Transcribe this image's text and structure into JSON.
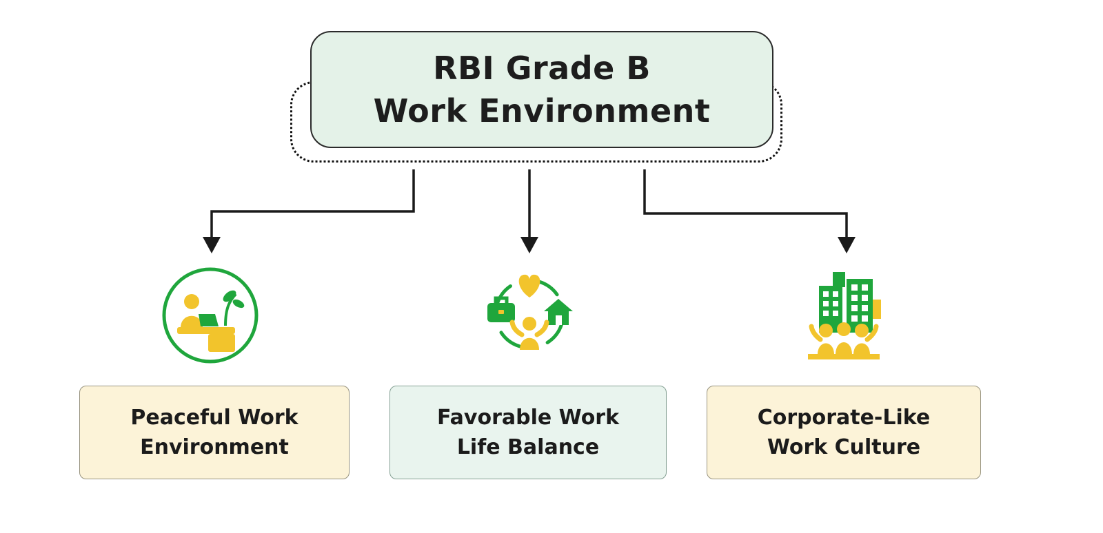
{
  "diagram": {
    "title": "RBI Grade B Work Environment",
    "root": {
      "line1": "RBI Grade B",
      "line2": "Work Environment"
    },
    "branches": [
      {
        "id": "peaceful-work-environment",
        "icon": "person-at-desk-icon",
        "line1": "Peaceful Work",
        "line2": "Environment",
        "box_color": "#fcf3d8"
      },
      {
        "id": "favorable-work-life-balance",
        "icon": "work-life-balance-icon",
        "line1": "Favorable Work",
        "line2": "Life Balance",
        "box_color": "#e9f4ee"
      },
      {
        "id": "corporate-like-work-culture",
        "icon": "buildings-team-icon",
        "line1": "Corporate-Like",
        "line2": "Work Culture",
        "box_color": "#fcf3d8"
      }
    ],
    "colors": {
      "green": "#1fa63c",
      "yellow": "#f2c42c",
      "root_fill": "#e4f2e8",
      "root_border": "#2b2b2b",
      "cream_fill": "#fcf3d8",
      "mint_fill": "#e9f4ee",
      "arrow": "#1a1a1a",
      "background": "#ffffff"
    }
  }
}
